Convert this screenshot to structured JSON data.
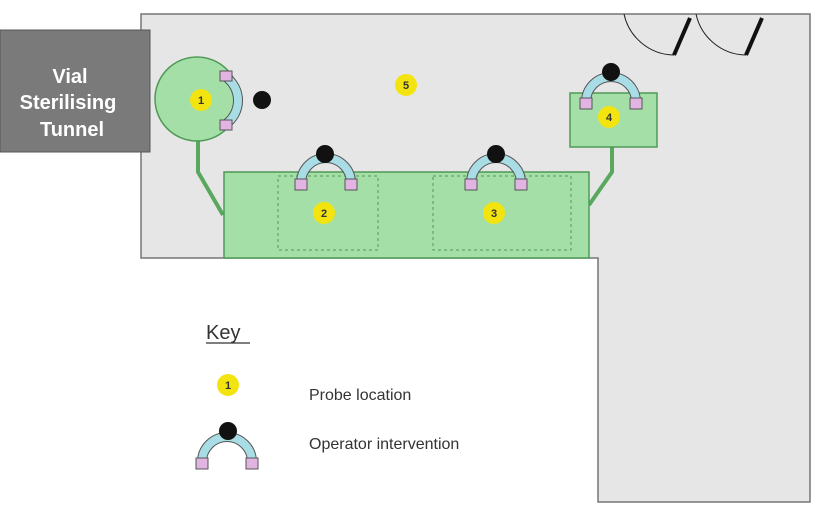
{
  "colors": {
    "room_fill": "#e6e6e6",
    "room_stroke": "#777777",
    "tunnel_fill": "#7a7a7a",
    "equipment_fill": "#a3dfa6",
    "equipment_stroke": "#4f9a56",
    "probe_fill": "#f3e40f",
    "operator_arc": "#a9dde6",
    "operator_hand": "#e2b4e2",
    "operator_head": "#111111"
  },
  "tunnel": {
    "lines": [
      "Vial",
      "Sterilising",
      "Tunnel"
    ]
  },
  "probes": [
    {
      "id": "probe-1",
      "label": "1"
    },
    {
      "id": "probe-2",
      "label": "2"
    },
    {
      "id": "probe-3",
      "label": "3"
    },
    {
      "id": "probe-4",
      "label": "4"
    },
    {
      "id": "probe-5",
      "label": "5"
    }
  ],
  "key": {
    "title": "Key",
    "probe_symbol_label": "1",
    "probe_text": "Probe location",
    "operator_text": "Operator intervention"
  }
}
